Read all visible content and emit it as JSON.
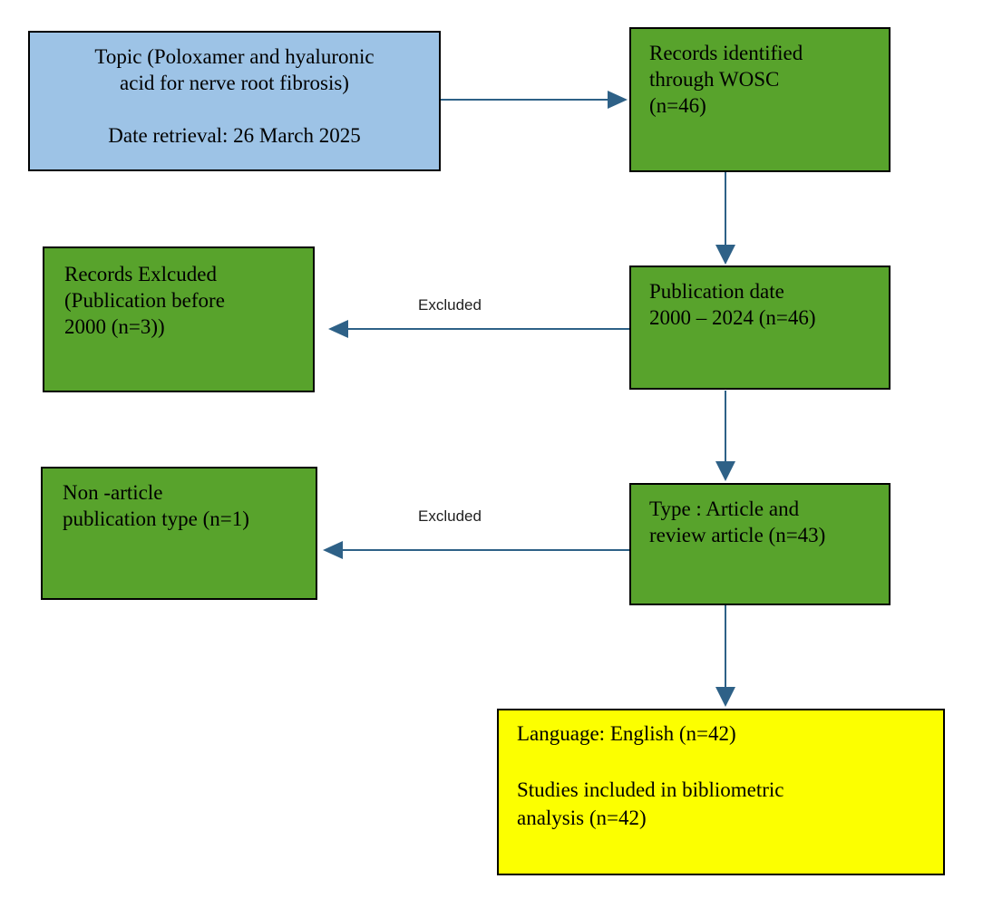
{
  "diagram_type": "flowchart",
  "colors": {
    "topic_box_fill": "#9DC3E6",
    "screening_box_fill": "#58A32C",
    "result_box_fill": "#FCFF00",
    "box_border": "#000000",
    "arrow": "#2E6187"
  },
  "nodes": {
    "topic": {
      "lines": [
        "Topic (Poloxamer and hyaluronic",
        "acid for nerve root fibrosis)",
        "",
        "Date retrieval: 26 March 2025"
      ]
    },
    "records_identified": {
      "lines": [
        "Records identified",
        "through WOSC",
        "(n=46)"
      ]
    },
    "publication_date": {
      "lines": [
        "Publication date",
        "2000 – 2024 (n=46)"
      ]
    },
    "records_excluded": {
      "lines": [
        "Records Exlcuded",
        "(Publication before",
        "2000 (n=3))"
      ]
    },
    "type_article": {
      "lines": [
        "Type : Article and",
        "review article (n=43)"
      ]
    },
    "non_article": {
      "lines": [
        "Non -article",
        "publication type (n=1)"
      ]
    },
    "language_included": {
      "lines": [
        "Language: English (n=42)",
        "",
        "Studies included in bibliometric",
        "analysis (n=42)"
      ]
    }
  },
  "edge_labels": {
    "excluded_1": "Excluded",
    "excluded_2": "Excluded"
  }
}
